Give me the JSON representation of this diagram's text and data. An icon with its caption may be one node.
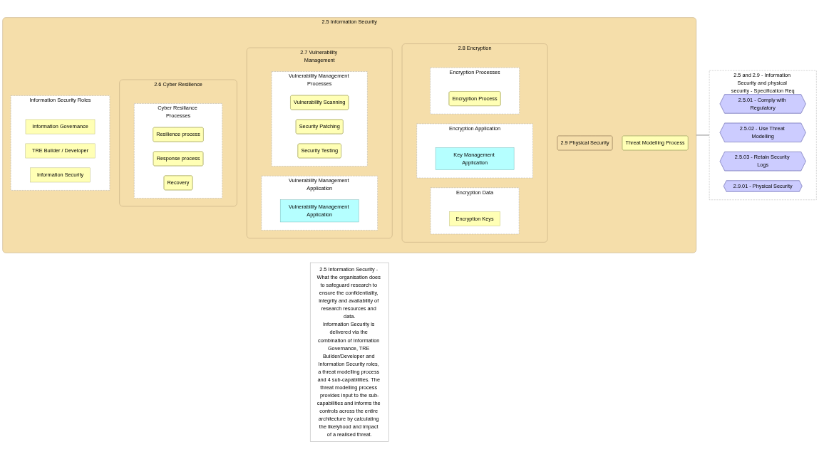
{
  "diagram": {
    "nodes": [
      {
        "text": [
          "2.5 Information Security"
        ]
      },
      {
        "text": [
          "2.9 Physical Security"
        ],
        "in": 0
      },
      {
        "text": [
          "Threat Modelling Process"
        ],
        "in": 0
      },
      {
        "text": [
          "Information Security Roles"
        ],
        "in": 0
      },
      {
        "text": [
          "Information Governance"
        ],
        "in": 3
      },
      {
        "text": [
          "TRE Builder / Developer"
        ],
        "in": 3
      },
      {
        "text": [
          "Information Security"
        ],
        "in": 3
      },
      {
        "text": [
          "2.6 Cyber Resilience"
        ],
        "in": 0
      },
      {
        "text": [
          "Cyber Resiliance Processes"
        ],
        "in": 7
      },
      {
        "text": [
          "Resilience process"
        ],
        "in": 8
      },
      {
        "text": [
          "Response process"
        ],
        "in": 8
      },
      {
        "text": [
          "Recovery"
        ],
        "in": 8
      },
      {
        "text": [
          "2.7 Vulnerability Management"
        ],
        "in": 0
      },
      {
        "text": [
          "Vulnerability Management Processes"
        ],
        "in": 12
      },
      {
        "text": [
          "Vulnerability Scanning"
        ],
        "in": 13
      },
      {
        "text": [
          "Security Patching"
        ],
        "in": 13
      },
      {
        "text": [
          "Security Testing"
        ],
        "in": 13
      },
      {
        "text": [
          "Vulnerability Management Application"
        ],
        "in": 12
      },
      {
        "text": [
          "Vulnerability Management Application"
        ],
        "in": 17
      },
      {
        "text": [
          "2.8 Encryption"
        ],
        "in": 0
      },
      {
        "text": [
          "Encryption Processes"
        ],
        "in": 19
      },
      {
        "text": [
          "Encryption Process"
        ],
        "in": 20
      },
      {
        "text": [
          "Encryption Application"
        ],
        "in": 19
      },
      {
        "text": [
          "Key Management Application"
        ],
        "in": 22
      },
      {
        "text": [
          "Encryption Data"
        ],
        "in": 19
      },
      {
        "text": [
          "Encryption Keys"
        ],
        "in": 24
      },
      {
        "text": [
          "2.5 and 2.9 - Information Security and physical security - Specification Req"
        ]
      },
      {
        "text": [
          "2.5.01 - Comply with Regulatory"
        ],
        "in": 26
      },
      {
        "text": [
          "2.5.02 - Use Threat Modelling"
        ],
        "in": 26
      },
      {
        "text": [
          "2.5.03 - Retain Security Logs"
        ],
        "in": 26
      },
      {
        "text": [
          "2.9.01 - Physical Security"
        ],
        "in": 26
      },
      {
        "text": [
          "2.5 Information Security - What the organisation does to safeguard research to ensure the confidentiality, integrity and availability of research resources and data.",
          "Information Security is delivered via the combination of Information Governance, TRE Builder/Developer and Information Security roles, a threat modelling process and 4 sub-capabilities. The threat modelling process provides input to the sub-capabilities and informs the controls across the entire architecture by calculating the likelyhood and impact of a realised threat."
        ]
      }
    ],
    "edges": [
      {
        "from": 0,
        "to": 26,
        "arrow": "none"
      }
    ]
  }
}
